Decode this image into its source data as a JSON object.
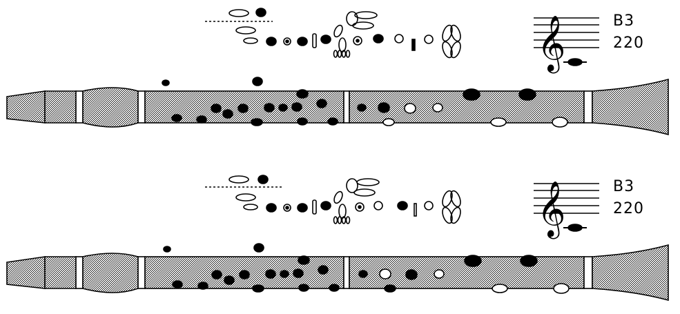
{
  "charts": [
    {
      "note": "B3",
      "frequency": "220",
      "variant": "standard"
    },
    {
      "note": "B3",
      "frequency": "220",
      "variant": "alternate"
    }
  ],
  "colors": {
    "ink": "#000000",
    "body_fill": "#bdbdbd",
    "paper": "#ffffff"
  },
  "icons": [
    "treble-clef-icon",
    "whole-note-icon",
    "closed-hole-icon",
    "open-hole-icon",
    "clarinet-body-icon"
  ]
}
